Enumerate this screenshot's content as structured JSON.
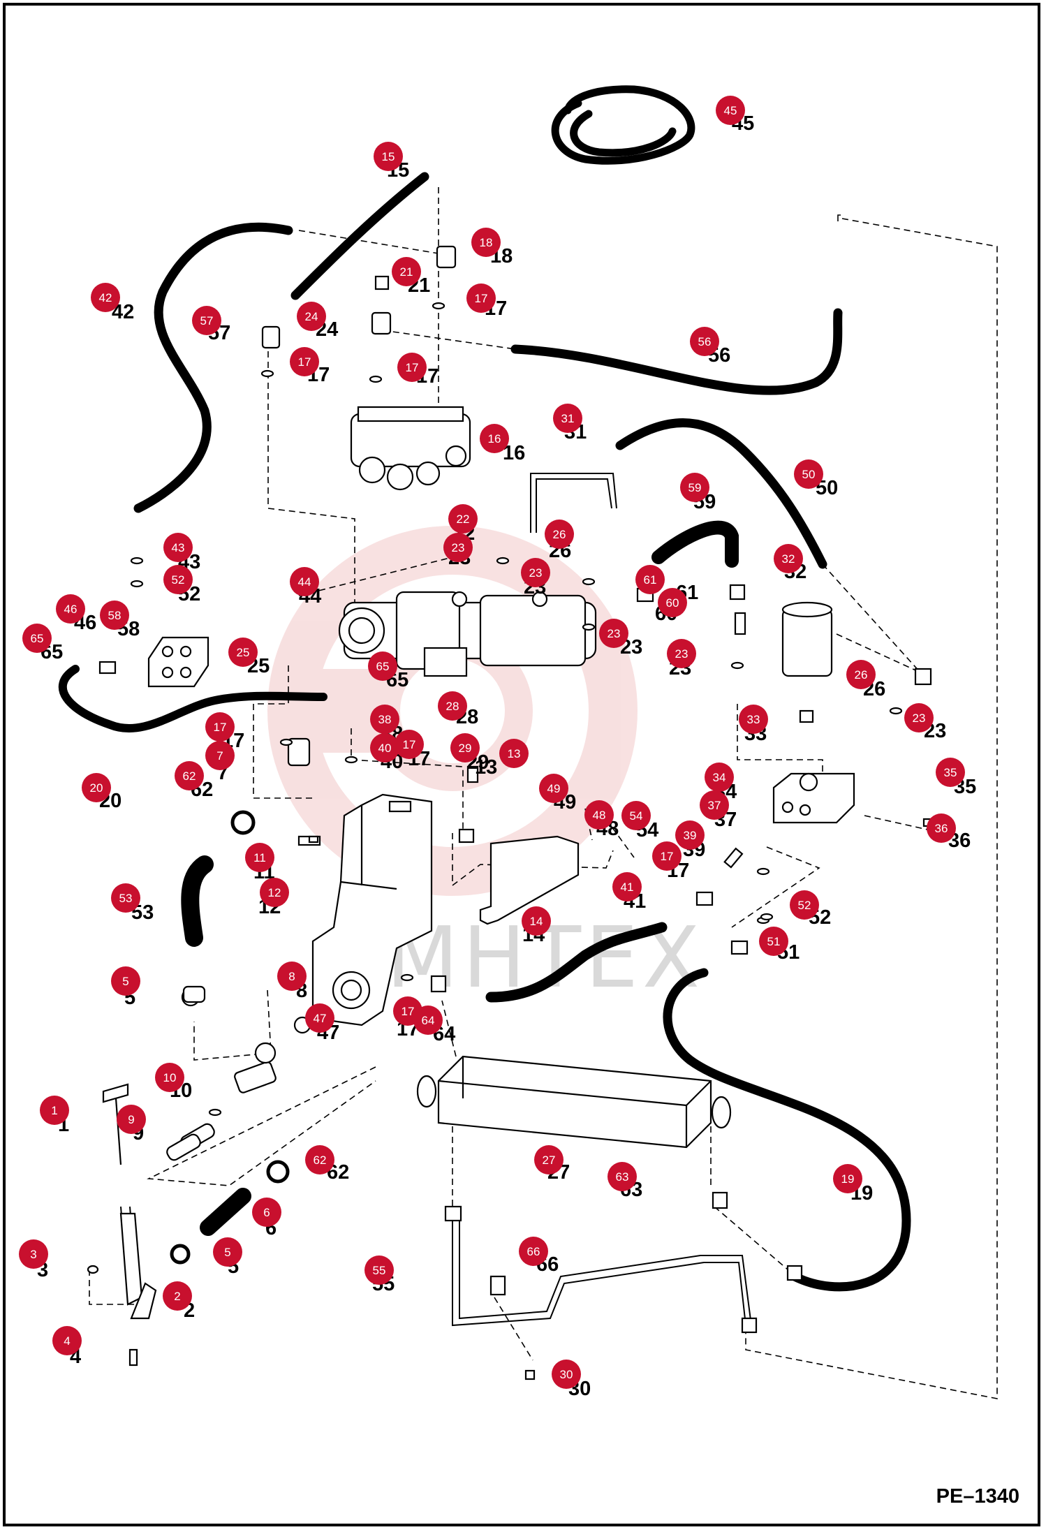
{
  "diagram_id": "PE–1340",
  "watermark": "MHTEX",
  "colors": {
    "callout": "#c8102e",
    "line": "#000000",
    "watermark_gear": "#f2c8c8"
  },
  "parts": [
    "1",
    "2",
    "3",
    "4",
    "5",
    "6",
    "7",
    "8",
    "9",
    "10",
    "11",
    "12",
    "13",
    "14",
    "15",
    "16",
    "17",
    "18",
    "19",
    "20",
    "21",
    "22",
    "23",
    "24",
    "25",
    "26",
    "27",
    "28",
    "29",
    "30",
    "31",
    "32",
    "33",
    "34",
    "35",
    "36",
    "37",
    "38",
    "39",
    "40",
    "41",
    "42",
    "43",
    "44",
    "45",
    "46",
    "47",
    "48",
    "49",
    "50",
    "51",
    "52",
    "53",
    "54",
    "55",
    "56",
    "57",
    "58",
    "59",
    "60",
    "61",
    "62",
    "63",
    "64",
    "65",
    "66"
  ]
}
